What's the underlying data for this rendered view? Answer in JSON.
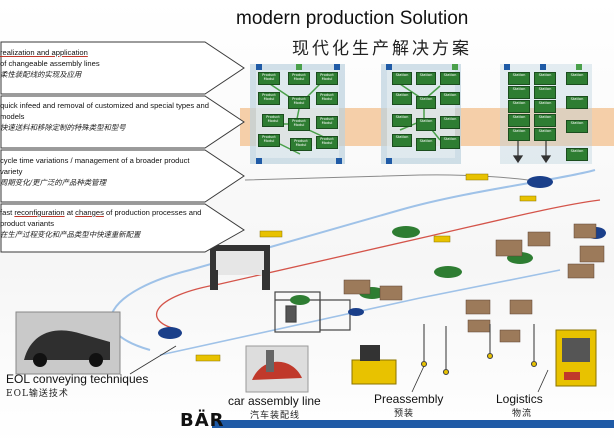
{
  "header": {
    "title": "modern production Solution",
    "subtitle_cn": "现代化生产解决方案"
  },
  "features": [
    {
      "en_parts": [
        "realization and application",
        " of changeable assembly lines"
      ],
      "cn": "柔性装配线的实现及应用"
    },
    {
      "en_parts": [
        "quick infeed and removal of customized and special types and models"
      ],
      "cn": "快速送料和移除定制的特殊类型和型号"
    },
    {
      "en_parts": [
        "cycle time variations / management of a broader product variety"
      ],
      "cn": "周期变化/更广泛的产品种类管理"
    },
    {
      "en_parts": [
        "fast ",
        "reconfiguration",
        " at ",
        "changes",
        " of production processes and product variants"
      ],
      "cn": "在生产过程变化和产品类型中快速重新配置"
    }
  ],
  "panel_labels": {
    "station": "Station",
    "product_module": "Product Modul"
  },
  "sections": {
    "eol": {
      "en": "EOL conveying techniques",
      "cn": "EOL输送技术"
    },
    "car_assembly": {
      "en": "car assembly line",
      "cn": "汽车装配线"
    },
    "preassembly": {
      "en": "Preassembly",
      "cn": "预装"
    },
    "logistics": {
      "en": "Logistics",
      "cn": "物流"
    }
  },
  "brand": "BÄR",
  "colors": {
    "brand_blue": "#1f5aa6",
    "track_blue": "#9fc2e8",
    "track_red": "#d4544a",
    "panel_band": "#f3c79a",
    "station_green": "#2e7d32",
    "agv_yellow": "#e8c200"
  }
}
